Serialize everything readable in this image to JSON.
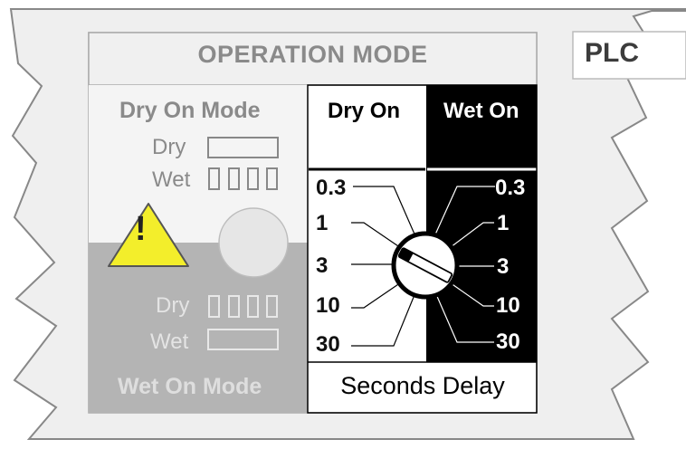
{
  "panel": {
    "title": "OPERATION MODE",
    "plc_label": "PLC"
  },
  "dry_on_mode": {
    "title": "Dry On Mode",
    "dry_label": "Dry",
    "wet_label": "Wet"
  },
  "wet_on_mode": {
    "title": "Wet On Mode",
    "dry_label": "Dry",
    "wet_label": "Wet"
  },
  "selector": {
    "left_header": "Dry On",
    "right_header": "Wet On",
    "delay_caption": "Seconds Delay",
    "left_ticks": [
      "0.3",
      "1",
      "3",
      "10",
      "30"
    ],
    "right_ticks": [
      "0.3",
      "1",
      "3",
      "10",
      "30"
    ]
  },
  "warning": {
    "symbol": "!",
    "icon": "warning-triangle-icon",
    "color": "#f3ee2b"
  },
  "colors": {
    "frame": "#efefef",
    "dry_mode_bg": "#f4f4f4",
    "wet_mode_bg": "#b4b4b4",
    "wet_on_bg": "#000000",
    "warning_yellow": "#f3ee2b"
  }
}
